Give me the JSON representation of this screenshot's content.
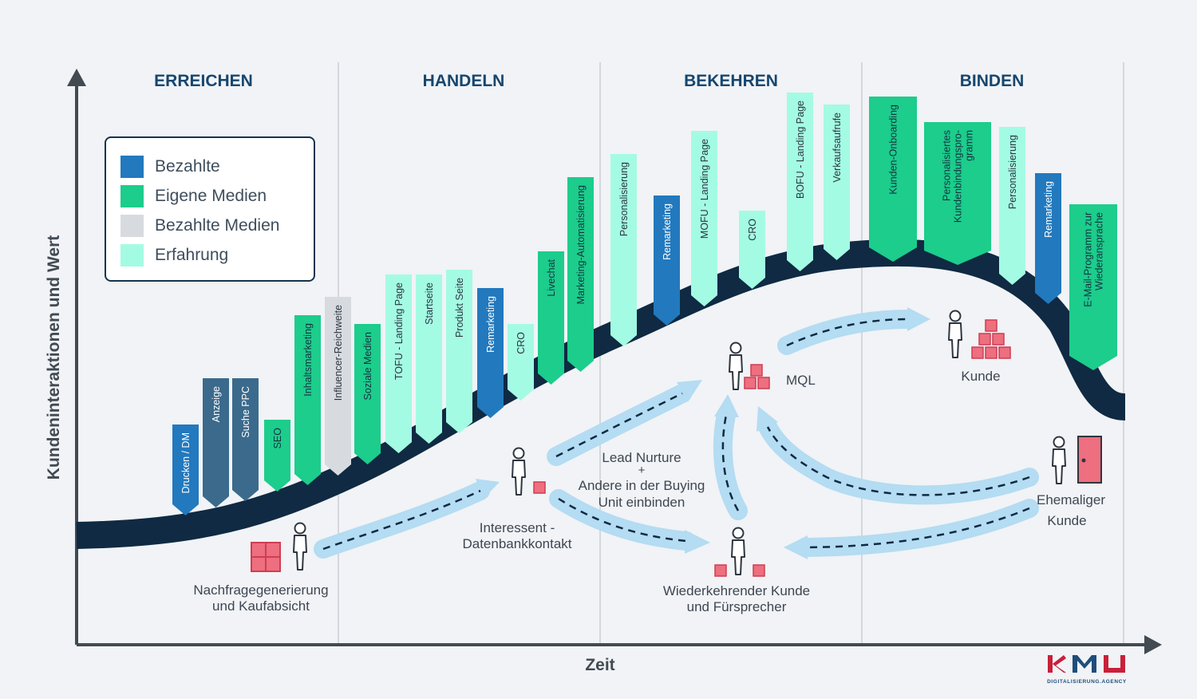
{
  "phases": [
    "ERREICHEN",
    "HANDELN",
    "BEKEHREN",
    "BINDEN"
  ],
  "axes": {
    "y_label": "Kundeninteraktionen und Wert",
    "x_label": "Zeit"
  },
  "legend": [
    {
      "label": "Bezahlte",
      "color": "#2279be"
    },
    {
      "label": "Eigene Medien",
      "color": "#1ccd8c"
    },
    {
      "label": "Bezahlte Medien",
      "color": "#d7dbe0"
    },
    {
      "label": "Erfahrung",
      "color": "#a4fbe3"
    }
  ],
  "colors": {
    "curve": "#0f2a42",
    "arrow": "#b4dcf2",
    "dash": "#0f2a42",
    "box": "#ee6f7f",
    "phase_title": "#17466e",
    "axis": "#424a52",
    "steel": "#3b6a8c"
  },
  "tags": [
    {
      "label": "Drucken / DM",
      "type": "bezahlte"
    },
    {
      "label": "Anzeige",
      "type": "steel"
    },
    {
      "label": "Suche PPC",
      "type": "steel"
    },
    {
      "label": "SEO",
      "type": "eigene"
    },
    {
      "label": "Inhaltsmarketing",
      "type": "eigene"
    },
    {
      "label": "Influencer-Reichweite",
      "type": "bezahlte_medien"
    },
    {
      "label": "Soziale Medien",
      "type": "eigene"
    },
    {
      "label": "TOFU - Landing Page",
      "type": "erfahrung"
    },
    {
      "label": "Startseite",
      "type": "erfahrung"
    },
    {
      "label": "Produkt Seite",
      "type": "erfahrung"
    },
    {
      "label": "Remarketing",
      "type": "bezahlte"
    },
    {
      "label": "CRO",
      "type": "erfahrung"
    },
    {
      "label": "Livechat",
      "type": "eigene"
    },
    {
      "label": "Marketing-Automatisierung",
      "type": "eigene"
    },
    {
      "label": "Personalisierung",
      "type": "erfahrung"
    },
    {
      "label": "Remarketing",
      "type": "bezahlte"
    },
    {
      "label": "MOFU - Landing Page",
      "type": "erfahrung"
    },
    {
      "label": "CRO",
      "type": "erfahrung"
    },
    {
      "label": "BOFU - Landing Page",
      "type": "erfahrung"
    },
    {
      "label": "Verkaufsaufrufe",
      "type": "erfahrung"
    },
    {
      "label": "Kunden-Onboarding",
      "type": "eigene"
    },
    {
      "label": "Personalisiertes Kundenbindungspro-gramm",
      "type": "eigene",
      "lines": [
        "Personalisiertes",
        "Kundenbindungspro-",
        "gramm"
      ]
    },
    {
      "label": "Personalisierung",
      "type": "erfahrung"
    },
    {
      "label": "Remarketing",
      "type": "bezahlte"
    },
    {
      "label": "E-Mail-Programm zur Wiederansprache",
      "type": "eigene",
      "lines": [
        "E-Mail-Programm zur",
        "Wiederansprache"
      ]
    }
  ],
  "stages": {
    "nachfrage": [
      "Nachfragegenerierung",
      "und Kaufabsicht"
    ],
    "interessent": [
      "Interessent -",
      "Datenbankkontakt"
    ],
    "lead_nurture": [
      "Lead Nurture",
      "+",
      "Andere in der Buying",
      "Unit einbinden"
    ],
    "mql": "MQL",
    "kunde": "Kunde",
    "wiederkehrend": [
      "Wiederkehrender Kunde",
      "und Fürsprecher"
    ],
    "ehemalig": [
      "Ehemaliger",
      "Kunde"
    ]
  },
  "logo": {
    "text": "KMU",
    "sub": "DIGITALISIERUNG.AGENCY"
  }
}
